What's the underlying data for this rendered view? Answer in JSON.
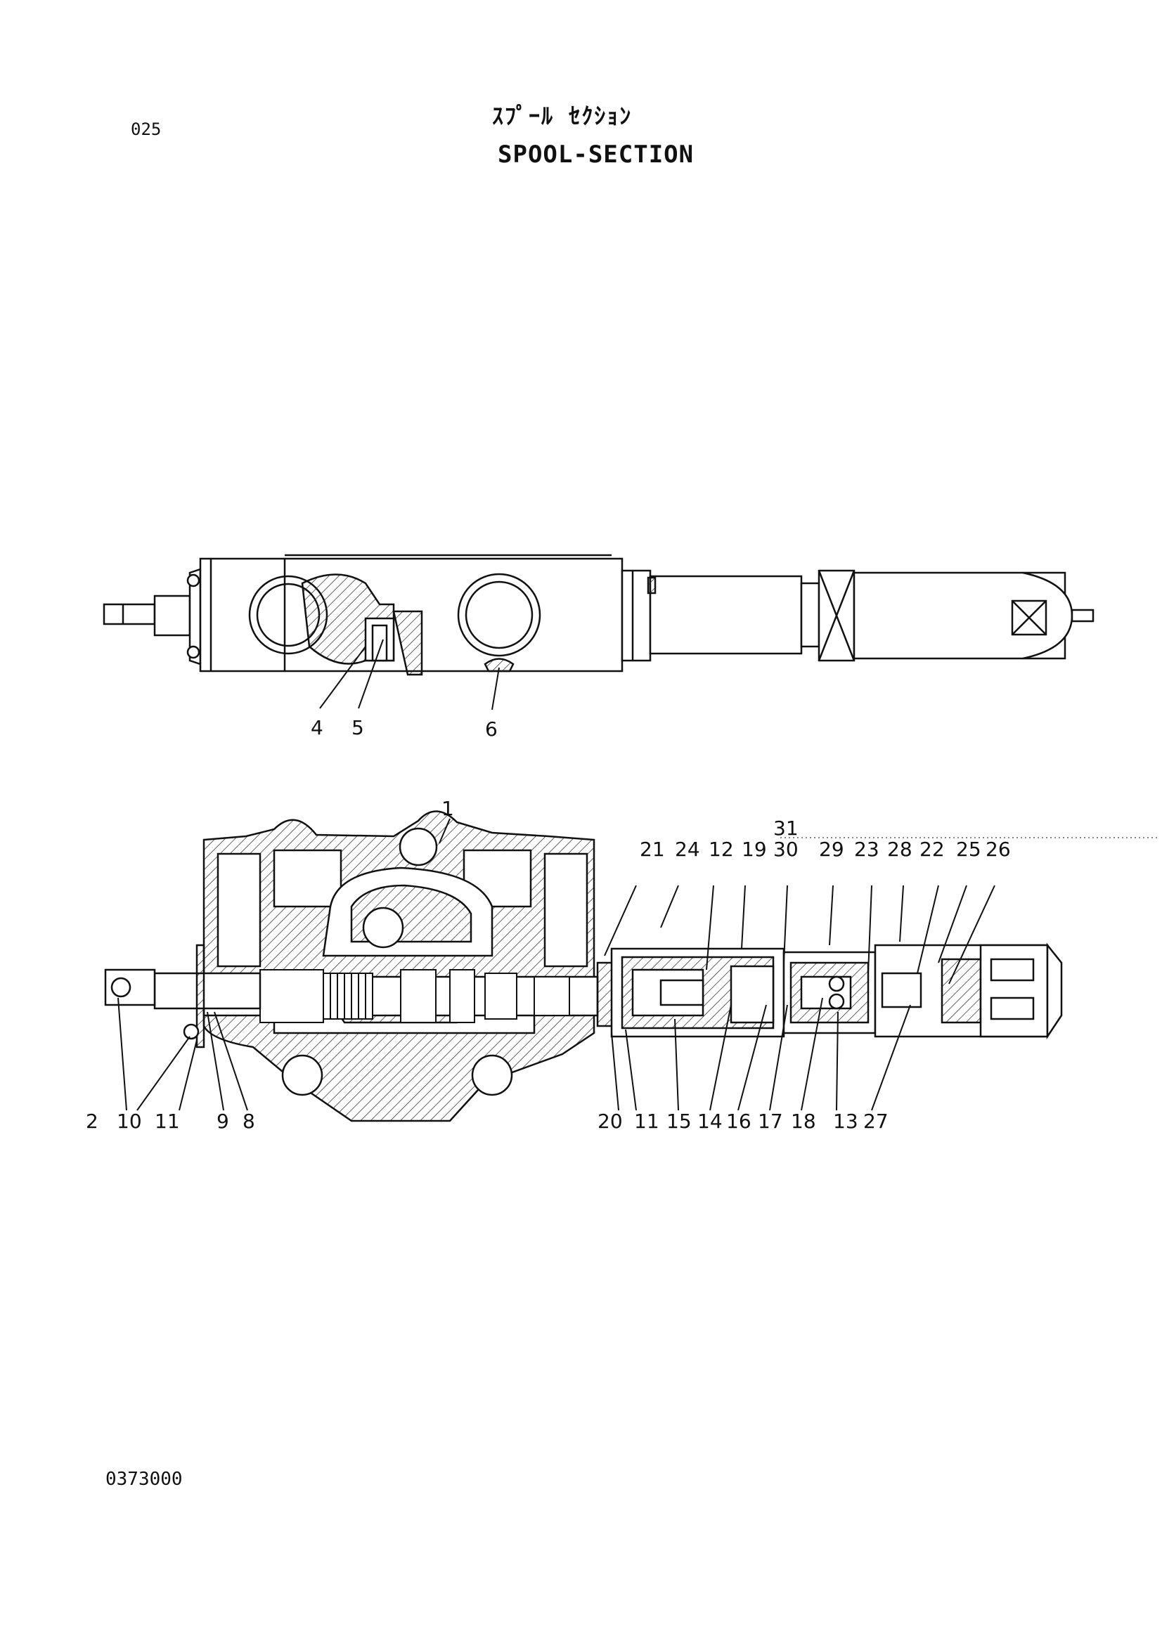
{
  "page_number": "025",
  "title_jp": "ｽﾌﾟｰﾙ ｾｸｼｮﾝ",
  "title_en": "SPOOL-SECTION",
  "document_code": "0373000",
  "views": {
    "top_view": {
      "callouts": [
        "4",
        "5",
        "6"
      ]
    },
    "section_view": {
      "callouts_top": [
        "1",
        "31",
        "30",
        "21",
        "24",
        "12",
        "19",
        "29",
        "23",
        "28",
        "22",
        "25",
        "26"
      ],
      "callouts_bottom": [
        "2",
        "10",
        "11",
        "9",
        "8",
        "20",
        "11",
        "15",
        "14",
        "16",
        "17",
        "18",
        "13",
        "27"
      ]
    }
  }
}
